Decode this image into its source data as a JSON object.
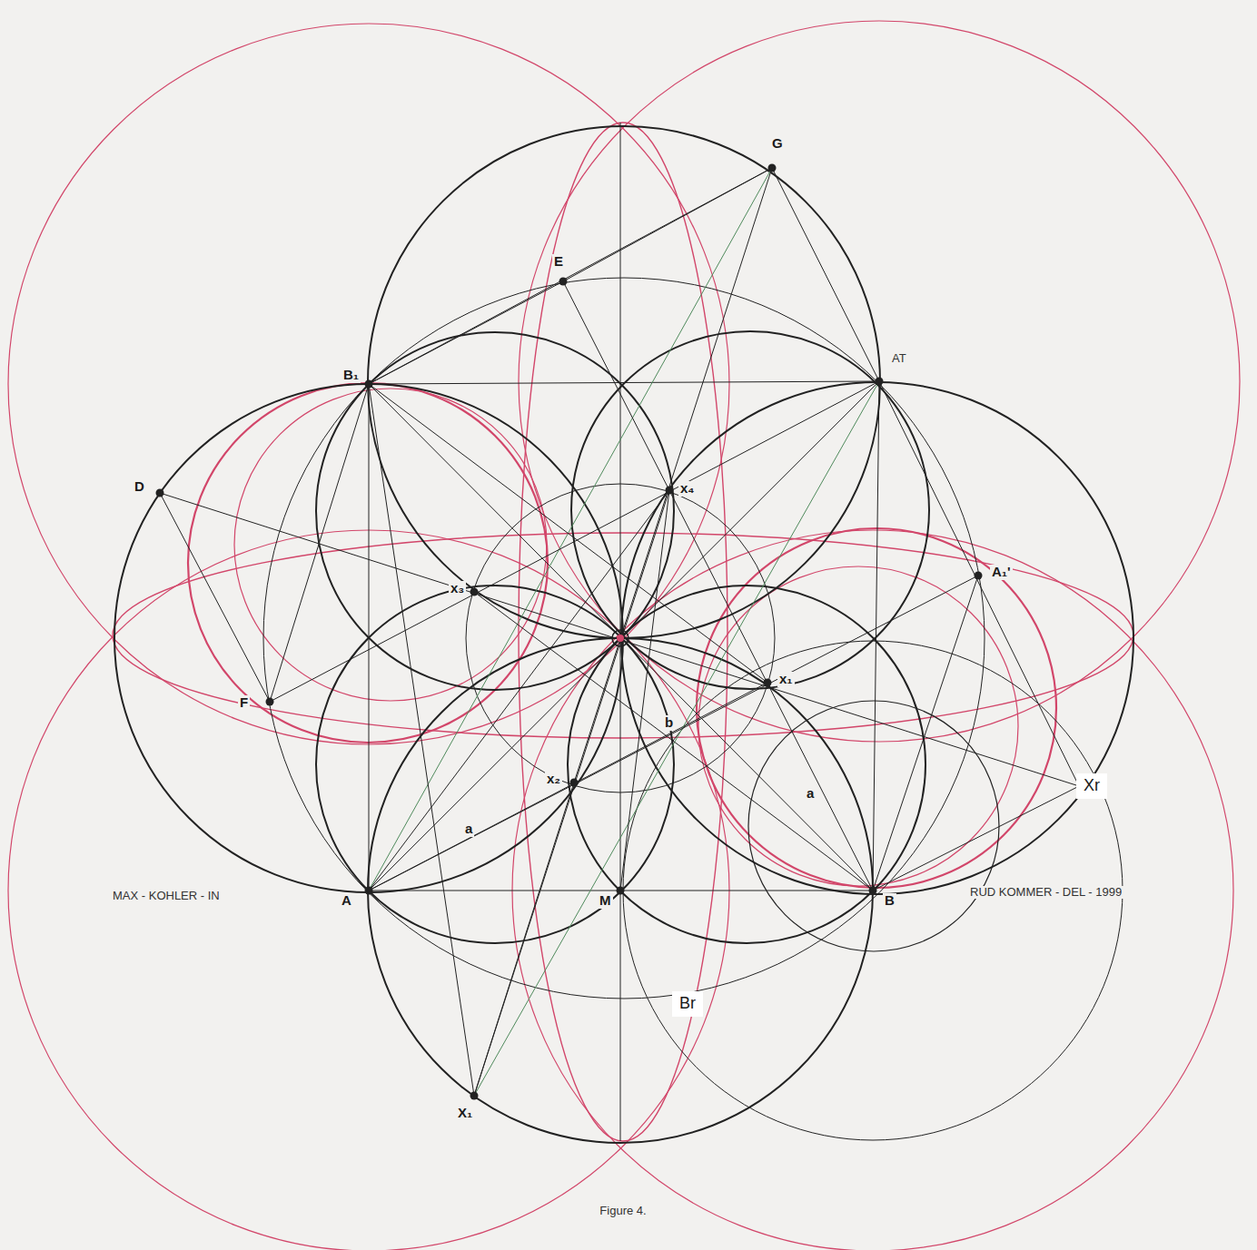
{
  "diagram": {
    "caption": "Figure 4.",
    "labels": [
      "G",
      "E",
      "B₁",
      "AT",
      "D",
      "x₄",
      "A₁'",
      "x₃",
      "x₁",
      "F",
      "b",
      "Xr",
      "x₂",
      "a",
      "a",
      "MAX - KOHLER - IN",
      "A",
      "M",
      "B",
      "RUD KOMMER - DEL - 1999",
      "Br",
      "X₁"
    ]
  }
}
